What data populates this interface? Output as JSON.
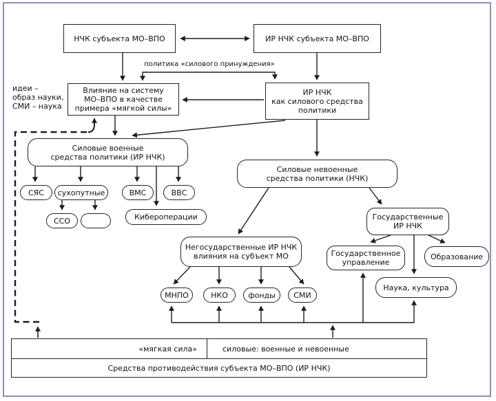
{
  "diagram_title": "Схема средств политики субъекта МО-ВПО (НЧК / ИР НЧК)",
  "colors": {
    "frame_border": "#8d8dc0",
    "line": "#1c1c1c",
    "text": "#111111"
  },
  "labels": {
    "politika": "политика «силового принуждения»",
    "idei": "идеи –\nобраз науки,\nСМИ – наука"
  },
  "nodes": {
    "nchk_subject": "НЧК субъекта МО–ВПО",
    "ir_nchk_subject": "ИР НЧК субъекта МО–ВПО",
    "vlijanie": "Влияние на систему\nМО–ВПО в качестве\nпримера «мягкой силы»",
    "ir_nchk_sredstvo": "ИР НЧК\nкак силового средства\nполитики",
    "silovye_voennye": "Силовые военные\nсредства политики (ИР НЧК)",
    "sjas": "СЯС",
    "sukhoputnye": "сухопутные",
    "vms": "ВМС",
    "vvs": "ВВС",
    "sso": "ССО",
    "empty_pill": "",
    "kiberoperacii": "Кибероперации",
    "silovye_nevoennye": "Силовые невоенные\nсредства политики (НЧК)",
    "gos_ir_nchk": "Государственные\nИР НЧК",
    "negos_ir_nchk": "Негосударственные ИР НЧК\nвлияния на субъект МО",
    "mnpo": "МНПО",
    "nko": "НКО",
    "fondy": "фонды",
    "smi": "СМИ",
    "gos_upravlenie": "Государственное\nуправление",
    "obrazovanie": "Образование",
    "nauka_kultura": "Наука, культура"
  },
  "footer": {
    "myagkaya_sila": "«мягкая сила»",
    "silovye_vse": "силовые: военные и невоенные",
    "sredstva_protivodeystviya": "Средства противодействия субъекта МО–ВПО (ИР НЧК)"
  }
}
